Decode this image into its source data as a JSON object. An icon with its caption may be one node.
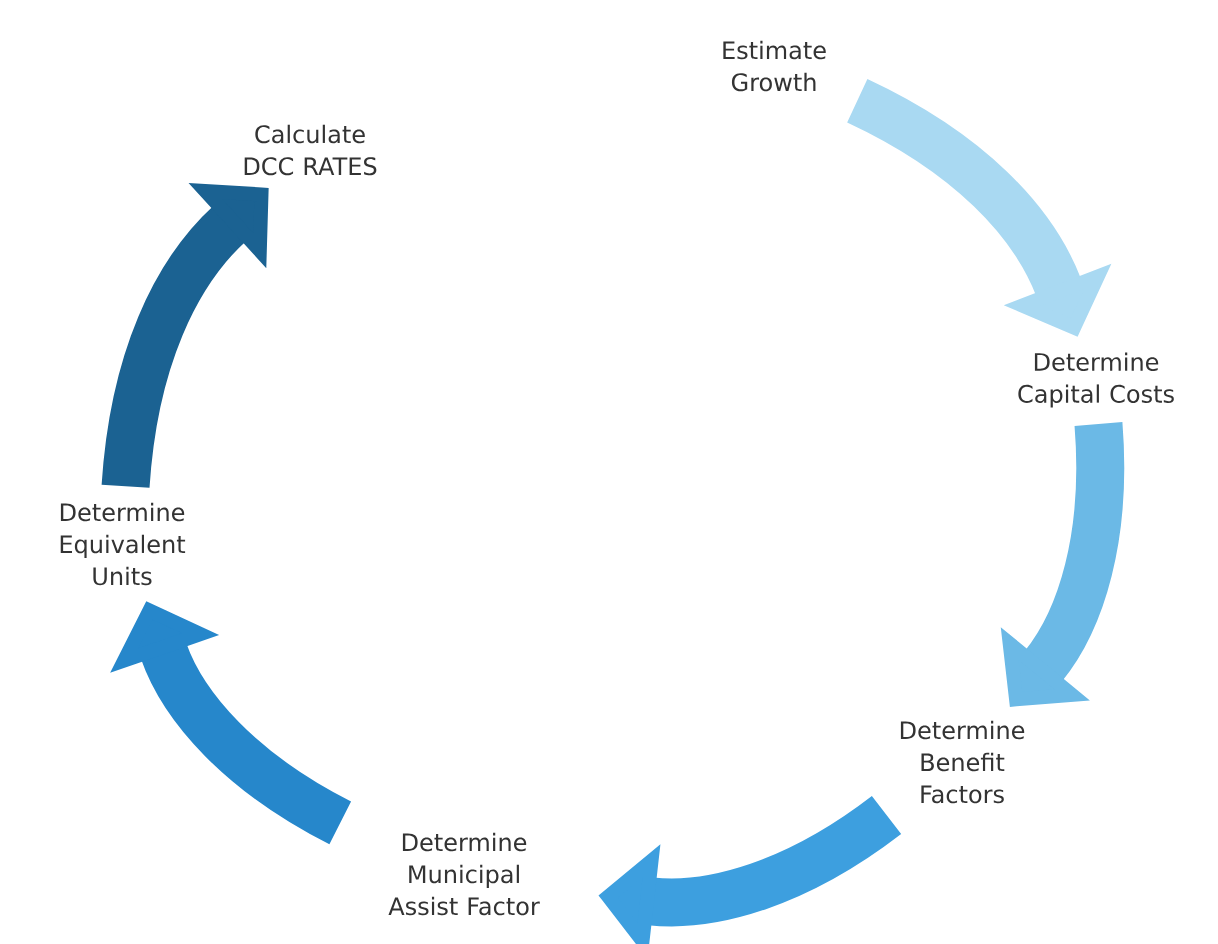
{
  "diagram": {
    "nodes": [
      {
        "text": [
          "Estimate Growth"
        ]
      },
      {
        "text": [
          "Determine Capital Costs"
        ]
      },
      {
        "text": [
          "Determine Benefit Factors"
        ]
      },
      {
        "text": [
          "Determine Municipal Assist Factor"
        ]
      },
      {
        "text": [
          "Determine Equivalent Units"
        ]
      },
      {
        "text": [
          "Calculate DCC RATES"
        ]
      }
    ],
    "edges": [
      {
        "from": 0,
        "to": 1,
        "arrow": "to",
        "color": "#a9d9f2"
      },
      {
        "from": 1,
        "to": 2,
        "arrow": "to",
        "color": "#6bb9e6"
      },
      {
        "from": 2,
        "to": 3,
        "arrow": "to",
        "color": "#3d9fdf"
      },
      {
        "from": 3,
        "to": 4,
        "arrow": "to",
        "color": "#2687cb"
      },
      {
        "from": 4,
        "to": 5,
        "arrow": "to",
        "color": "#1b6292"
      }
    ]
  }
}
